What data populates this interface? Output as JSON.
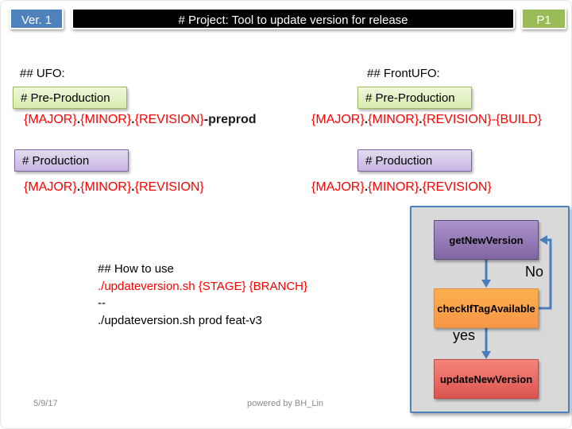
{
  "header": {
    "version_badge": "Ver. 1",
    "title": "# Project: Tool to update version for release",
    "page_badge": "P1"
  },
  "ufo": {
    "heading": "## UFO:",
    "preprod_label": "# Pre-Production",
    "preprod_ver": {
      "major": "{MAJOR}",
      "dot1": ".",
      "minor": "{MINOR}",
      "dot2": ".",
      "revision": "{REVISION}",
      "suffix": "-preprod"
    },
    "prod_label": "# Production",
    "prod_ver": {
      "major": "{MAJOR}",
      "dot1": ".",
      "minor": "{MINOR}",
      "dot2": ".",
      "revision": "{REVISION}"
    }
  },
  "frontufo": {
    "heading": "## FrontUFO:",
    "preprod_label": "# Pre-Production",
    "preprod_ver": {
      "major": "{MAJOR}",
      "dot1": ".",
      "minor": "{MINOR}",
      "dot2": ".",
      "revision": "{REVISION}",
      "dash": "-",
      "build": "{BUILD}"
    },
    "prod_label": "# Production",
    "prod_ver": {
      "major": "{MAJOR}",
      "dot1": ".",
      "minor": "{MINOR}",
      "dot2": ".",
      "revision": "{REVISION}"
    }
  },
  "howto": {
    "heading": "## How to use",
    "command_template": "./updateversion.sh {STAGE} {BRANCH}",
    "separator": "--",
    "example": "./updateversion.sh prod feat-v3"
  },
  "flowchart": {
    "node_get": "getNewVersion",
    "node_check": "checkIfTagAvailable",
    "node_update": "updateNewVersion",
    "label_no": "No",
    "label_yes": "yes"
  },
  "footer": {
    "date": "5/9/17",
    "credit": "powered by BH_Lin"
  },
  "colors": {
    "badge_blue": "#4f81bd",
    "badge_green": "#9bbb59",
    "title_bar": "#000000",
    "tag_green_border": "#9aba59",
    "tag_purple_border": "#8064a2",
    "code_red": "#ff0000",
    "panel_gray": "#d9d9d9",
    "panel_border": "#4f81bd",
    "node_purple": "#8065a4",
    "node_orange": "#f79646",
    "node_red": "#da544e",
    "arrow_blue": "#4a7ebb",
    "footer_gray": "#8a8a8a"
  }
}
